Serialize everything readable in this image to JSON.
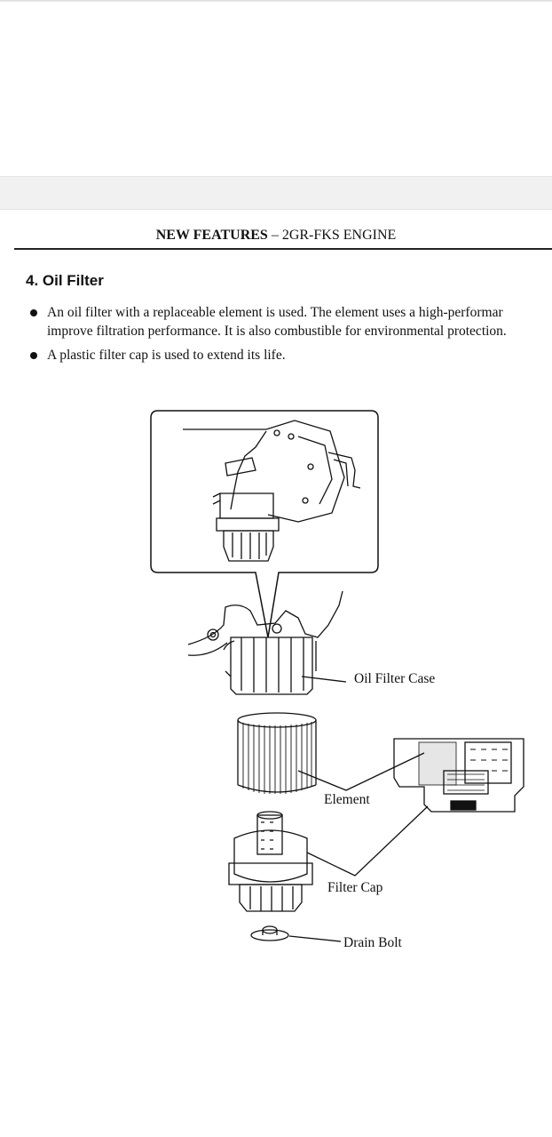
{
  "header": {
    "title_bold": "NEW FEATURES",
    "title_rest": " – 2GR-FKS ENGINE"
  },
  "section": {
    "title": "4.  Oil Filter"
  },
  "bullets": [
    {
      "line1": "An oil filter with a replaceable element is used. The element uses a high-performar",
      "line2": "improve filtration performance. It is also combustible for environmental protection."
    },
    {
      "line1": "A plastic filter cap is used to extend its life."
    }
  ],
  "figure": {
    "labels": {
      "oil_filter_case": "Oil Filter Case",
      "element": "Element",
      "filter_cap": "Filter Cap",
      "drain_bolt": "Drain Bolt"
    }
  }
}
